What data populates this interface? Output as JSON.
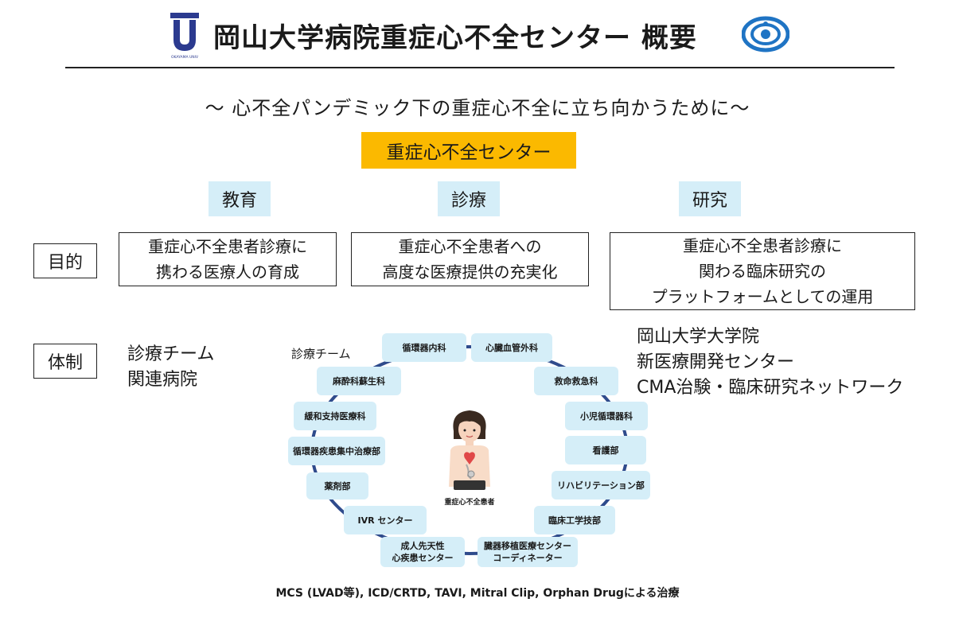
{
  "header": {
    "title": "岡山大学病院重症心不全センター 概要",
    "university_logo_text": "OKAYAMA UNIV"
  },
  "subtitle": "～ 心不全パンデミック下の重症心不全に立ち向かうために～",
  "center_name": "重症心不全センター",
  "columns": [
    {
      "heading": "教育",
      "purpose": [
        "重症心不全患者診療に",
        "携わる医療人の育成"
      ]
    },
    {
      "heading": "診療",
      "purpose": [
        "重症心不全患者への",
        "高度な医療提供の充実化"
      ]
    },
    {
      "heading": "研究",
      "purpose": [
        "重症心不全患者診療に",
        "関わる臨床研究の",
        "プラットフォームとしての運用"
      ]
    }
  ],
  "row_labels": {
    "purpose": "目的",
    "system": "体制"
  },
  "education_system": [
    "診療チーム",
    "関連病院"
  ],
  "research_system": [
    "岡山大学大学院",
    "新医療開発センター",
    "CMA治験・臨床研究ネットワーク"
  ],
  "care_team": {
    "label": "診療チーム",
    "patient_label": "重症心不全患者",
    "departments": [
      [
        "循環器内科"
      ],
      [
        "心臓血管外科"
      ],
      [
        "救命救急科"
      ],
      [
        "小児循環器科"
      ],
      [
        "看護部"
      ],
      [
        "リハビリテーション部"
      ],
      [
        "臨床工学技部"
      ],
      [
        "臓器移植医療センター",
        "コーディネーター"
      ],
      [
        "成人先天性",
        "心疾患センター"
      ],
      [
        "IVR センター"
      ],
      [
        "薬剤部"
      ],
      [
        "循環器疾患集中治療部"
      ],
      [
        "緩和支持医療科"
      ],
      [
        "麻酔科蘇生科"
      ]
    ]
  },
  "footer": "MCS (LVAD等), ICD/CRTD, TAVI, Mitral Clip, Orphan Drugによる治療",
  "colors": {
    "center_box": "#fbb900",
    "light_blue": "#d5eef8",
    "ring": "#2f4b8c",
    "logo_blue": "#2b3a8f",
    "emblem_blue": "#1f74c4"
  }
}
